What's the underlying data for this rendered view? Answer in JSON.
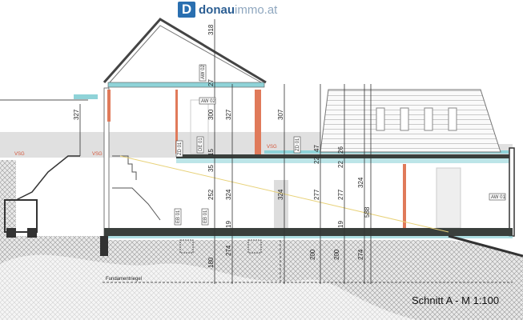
{
  "logo": {
    "brand_bold": "donau",
    "brand_light": "immo.at",
    "mark": "D"
  },
  "drawing_title": "Schnitt A - M 1:100",
  "foundation_label": "Fundamentriegel",
  "wall_tags": [
    "AW 02",
    "AW 01",
    "AW 02",
    "EB 01",
    "DE 01",
    "ZD 01",
    "ZD 01",
    "EB 01"
  ],
  "glass_labels": [
    "VSG",
    "VSG",
    "VSG"
  ],
  "dimensions": [
    "318",
    "27",
    "300",
    "327",
    "15",
    "35",
    "252",
    "324",
    "22",
    "19",
    "327",
    "307",
    "47",
    "26",
    "22",
    "277",
    "277",
    "324",
    "324",
    "19",
    "588",
    "274",
    "180",
    "200",
    "200",
    "274"
  ],
  "colors": {
    "wall_section": "#e07a5a",
    "slab": "#3a3f3c",
    "insulation": "#8fd3d8",
    "guide_line": "#e8d27a",
    "terrain": "#cfcfcf"
  }
}
